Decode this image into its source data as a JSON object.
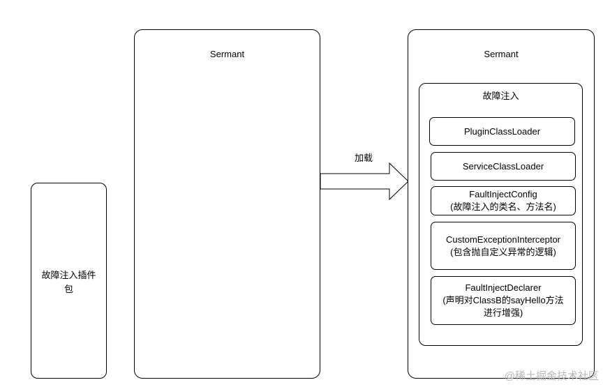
{
  "plugin_package": {
    "label_line1": "故障注入插件",
    "label_line2": "包"
  },
  "left_sermant": {
    "title": "Sermant"
  },
  "arrow": {
    "label": "加载"
  },
  "right_sermant": {
    "title": "Sermant",
    "fault_injection": {
      "title": "故障注入",
      "components": [
        {
          "name": "PluginClassLoader",
          "detail": ""
        },
        {
          "name": "ServiceClassLoader",
          "detail": ""
        },
        {
          "name": "FaultInjectConfig",
          "detail": "(故障注入的类名、方法名)"
        },
        {
          "name": "CustomExceptionInterceptor",
          "detail": "(包含抛自定义异常的逻辑)"
        },
        {
          "name": "FaultInjectDeclarer",
          "detail": "(声明对ClassB的sayHello方法",
          "detail2": "进行增强)"
        }
      ]
    }
  },
  "watermark": "@稀土掘金技术社区"
}
